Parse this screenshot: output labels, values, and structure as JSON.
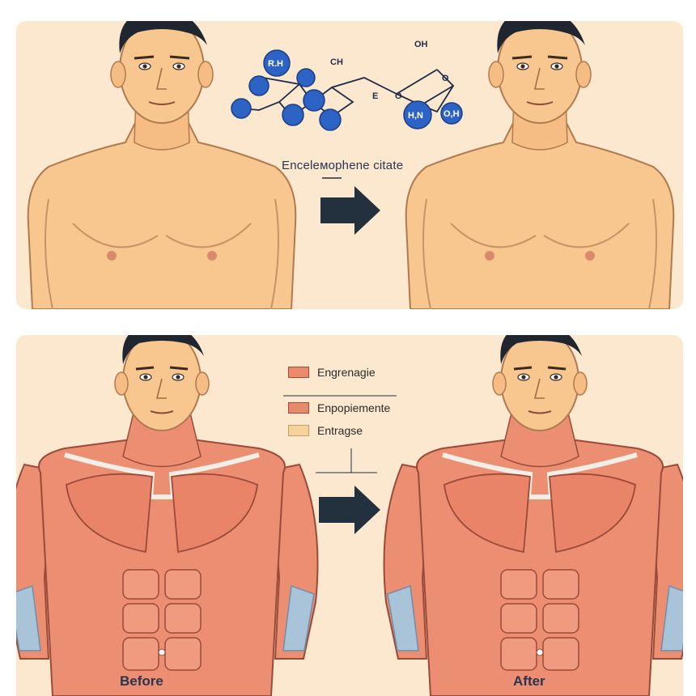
{
  "molecule": {
    "label": "Enceleмophene citate",
    "atom_labels": [
      "R.H",
      "CH",
      "OH",
      "E",
      "O",
      "O",
      "H,N",
      "O,H"
    ]
  },
  "legend": {
    "items": [
      {
        "label": "Engrenagie",
        "color": "#ea8c6b"
      },
      {
        "label": "Enpopiemente",
        "color": "#e58a6a"
      },
      {
        "label": "Entragse",
        "color": "#f6d39a"
      }
    ]
  },
  "captions": {
    "before": "Before",
    "after": "After"
  },
  "colors": {
    "panel_bg": "#fbe8cf",
    "skin": "#f8c78f",
    "muscle": "#ec8e72",
    "atom_blue": "#2c63c4",
    "arrow": "#23313f"
  }
}
